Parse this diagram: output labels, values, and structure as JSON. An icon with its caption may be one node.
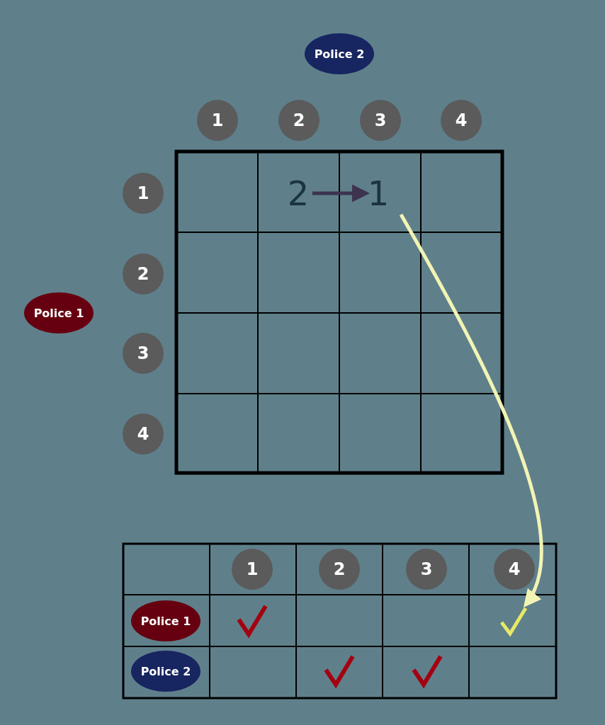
{
  "diagram": {
    "nodes": [
      {
        "text": [
          "Police 2"
        ]
      },
      {
        "text": [
          "1"
        ]
      },
      {
        "text": [
          "2"
        ]
      },
      {
        "text": [
          "3"
        ]
      },
      {
        "text": [
          "4"
        ]
      },
      {
        "text": [
          "1"
        ]
      },
      {
        "text": [
          "2"
        ]
      },
      {
        "text": [
          "1"
        ]
      },
      {
        "text": [
          "2"
        ]
      },
      {
        "text": [
          "Police 1"
        ]
      },
      {
        "text": [
          "3"
        ]
      },
      {
        "text": [
          "4"
        ]
      },
      {
        "text": [
          "1"
        ]
      },
      {
        "text": [
          "2"
        ]
      },
      {
        "text": [
          "3"
        ]
      },
      {
        "text": [
          "4"
        ]
      },
      {
        "text": [
          "Police 1"
        ]
      },
      {
        "text": [],
        "shape": "picture"
      },
      {
        "text": [
          "Police 2"
        ]
      }
    ],
    "edges": [
      {
        "from": 6,
        "to": 7,
        "arrow": "to",
        "color": "#3d3350"
      },
      {
        "from": 7,
        "to": 17,
        "arrow": "to",
        "color": "#f2f4b4"
      }
    ]
  }
}
